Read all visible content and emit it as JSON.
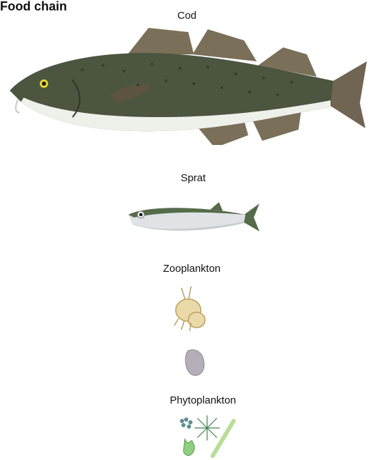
{
  "heading": "Food chain",
  "organisms": [
    {
      "name": "Cod",
      "icon": "cod-fish-icon"
    },
    {
      "name": "Sprat",
      "icon": "sprat-fish-icon"
    },
    {
      "name": "Zooplankton",
      "icon": "zooplankton-icon"
    },
    {
      "name": "Phytoplankton",
      "icon": "phytoplankton-icon"
    }
  ],
  "colors": {
    "cod_body": "#4b5540",
    "cod_belly": "#eef0ea",
    "cod_fins": "#7a6f58",
    "sprat_body": "#dfe3e6",
    "sprat_back": "#556b4a",
    "zooplankton": "#ead9a9",
    "phytoplankton": "#8fcf7f"
  }
}
